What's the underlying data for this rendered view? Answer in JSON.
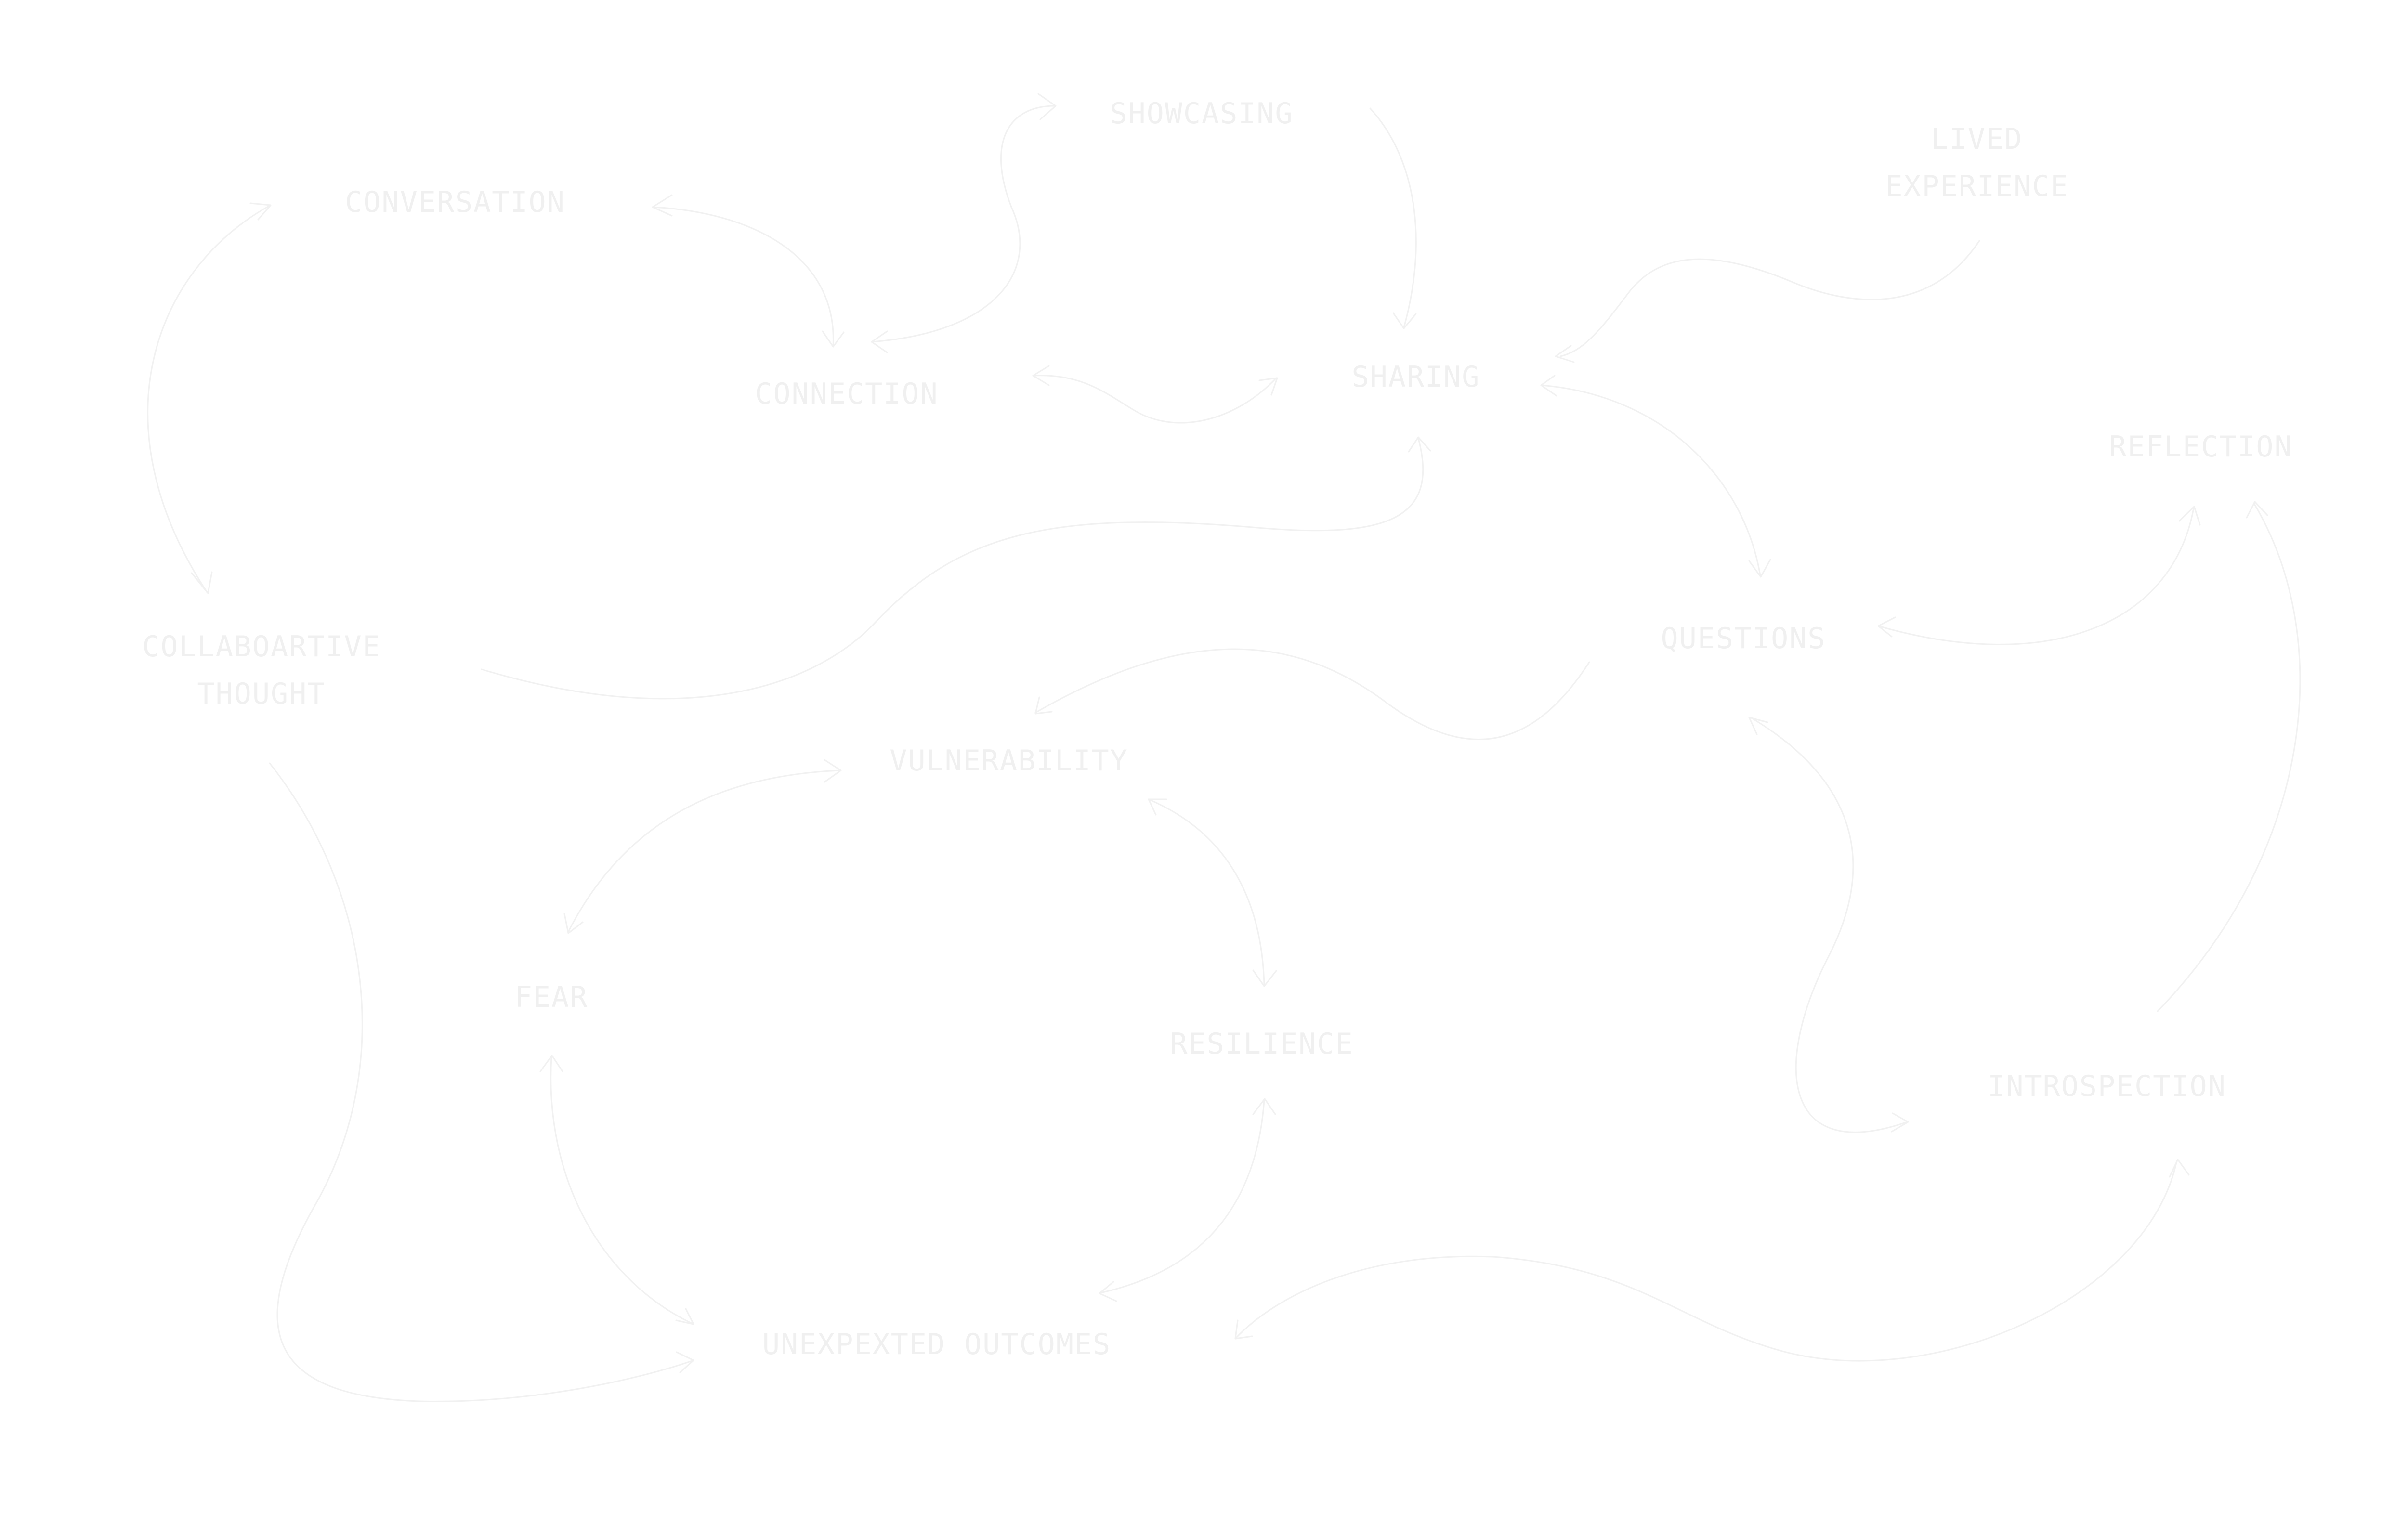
{
  "diagram": {
    "nodes": {
      "showcasing": "SHOWCASING",
      "conversation": "CONVERSATION",
      "lived_experience_1": "LIVED",
      "lived_experience_2": "EXPERIENCE",
      "connection": "CONNECTION",
      "sharing": "SHARING",
      "reflection": "REFLECTION",
      "collaborative_thought_1": "COLLABOARTIVE",
      "collaborative_thought_2": "THOUGHT",
      "questions": "QUESTIONS",
      "vulnerability": "VULNERABILITY",
      "fear": "FEAR",
      "resilience": "RESILIENCE",
      "introspection": "INTROSPECTION",
      "unexpected_outcomes": "UNEXPEXTED OUTCOMES"
    },
    "line_color": "#f1f1f1",
    "text_color": "#f0f0f0"
  }
}
